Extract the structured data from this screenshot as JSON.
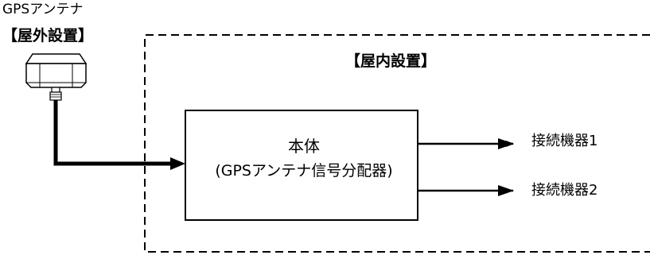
{
  "antenna": {
    "title": "GPSアンテナ",
    "placement": "【屋外設置】",
    "icon": "gps-antenna-icon"
  },
  "indoor_area": {
    "label": "【屋内設置】"
  },
  "main_unit": {
    "name": "本体",
    "subtitle": "(GPSアンテナ信号分配器)"
  },
  "outputs": [
    {
      "label": "接続機器1"
    },
    {
      "label": "接続機器2"
    }
  ]
}
